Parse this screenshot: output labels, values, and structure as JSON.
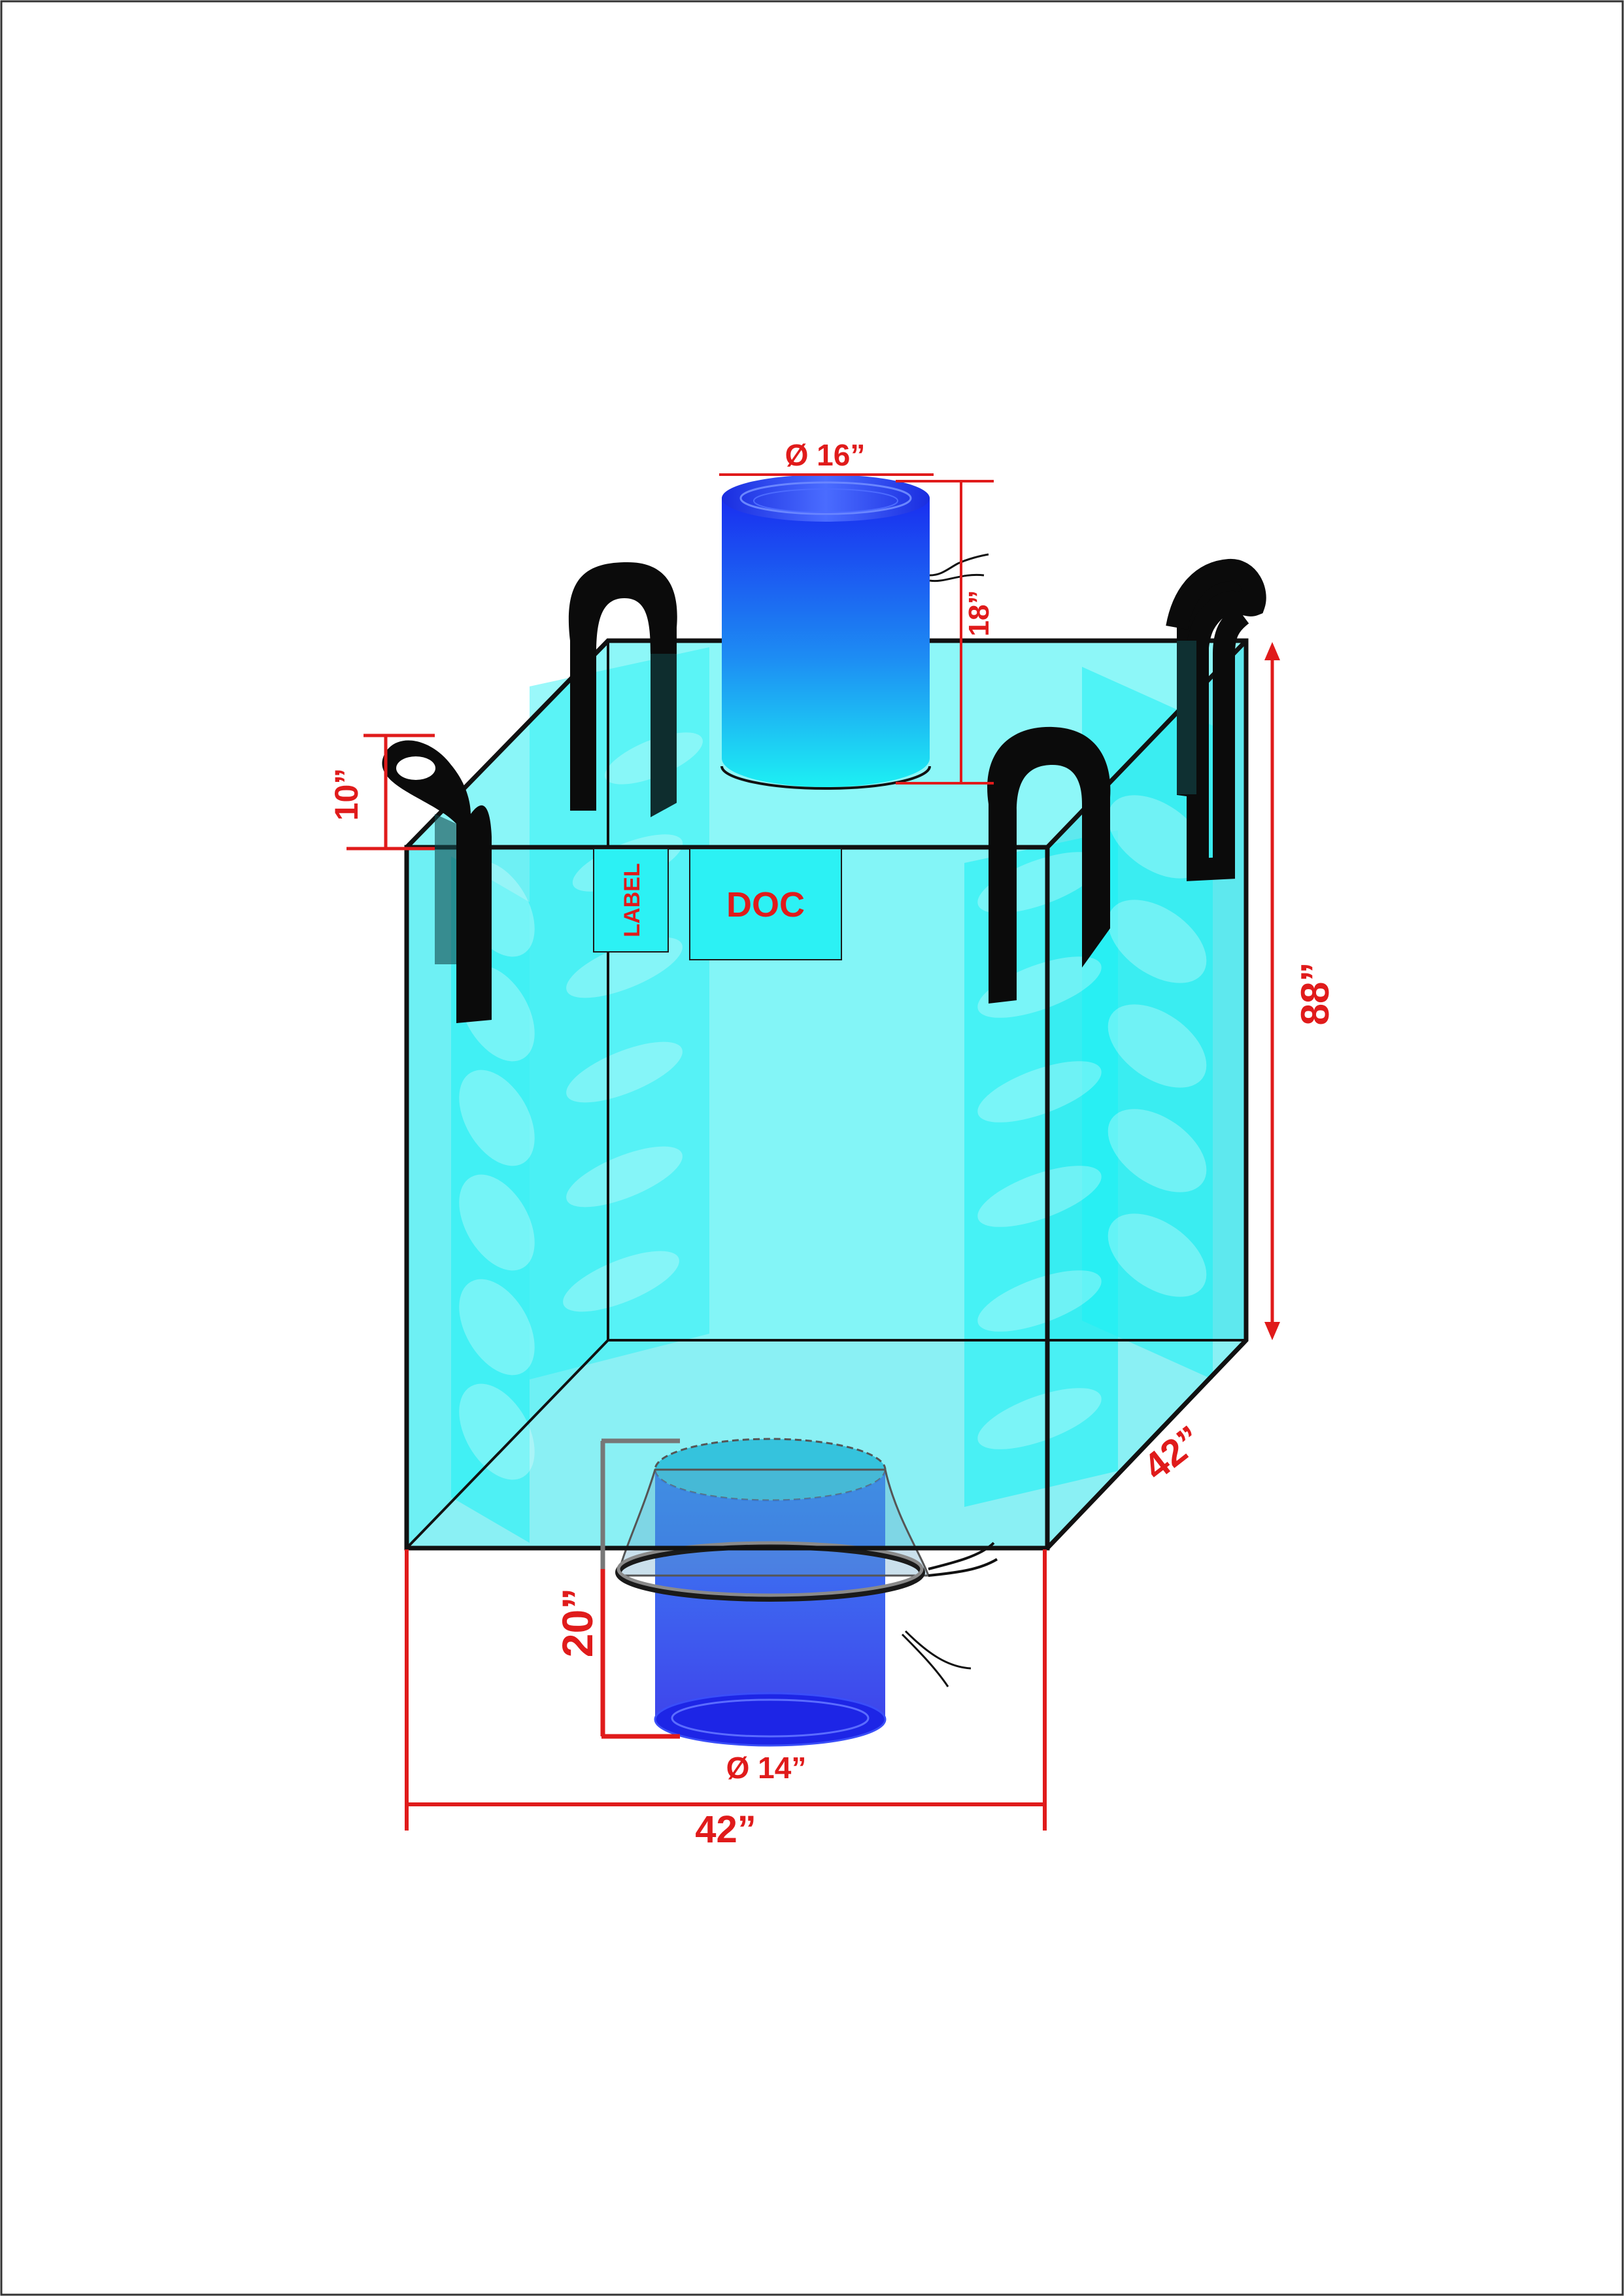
{
  "diagram": {
    "top_spout_diameter": "Ø 16”",
    "top_spout_height": "18”",
    "loop_height": "10”",
    "bag_height": "88”",
    "bag_depth": "42”",
    "bag_width": "42”",
    "bottom_spout_height": "20”",
    "bottom_spout_diameter": "Ø 14”",
    "label_pocket": "LABEL",
    "doc_pocket": "DOC"
  },
  "colors": {
    "dimension": "#e01b1b",
    "bag_fill": "#7ff7f7",
    "bag_side": "#4fe3e8",
    "spout_blue": "#1a3cf0",
    "spout_cyan": "#1ee8f0",
    "loop": "#0a0a0a",
    "outline": "#111111"
  }
}
